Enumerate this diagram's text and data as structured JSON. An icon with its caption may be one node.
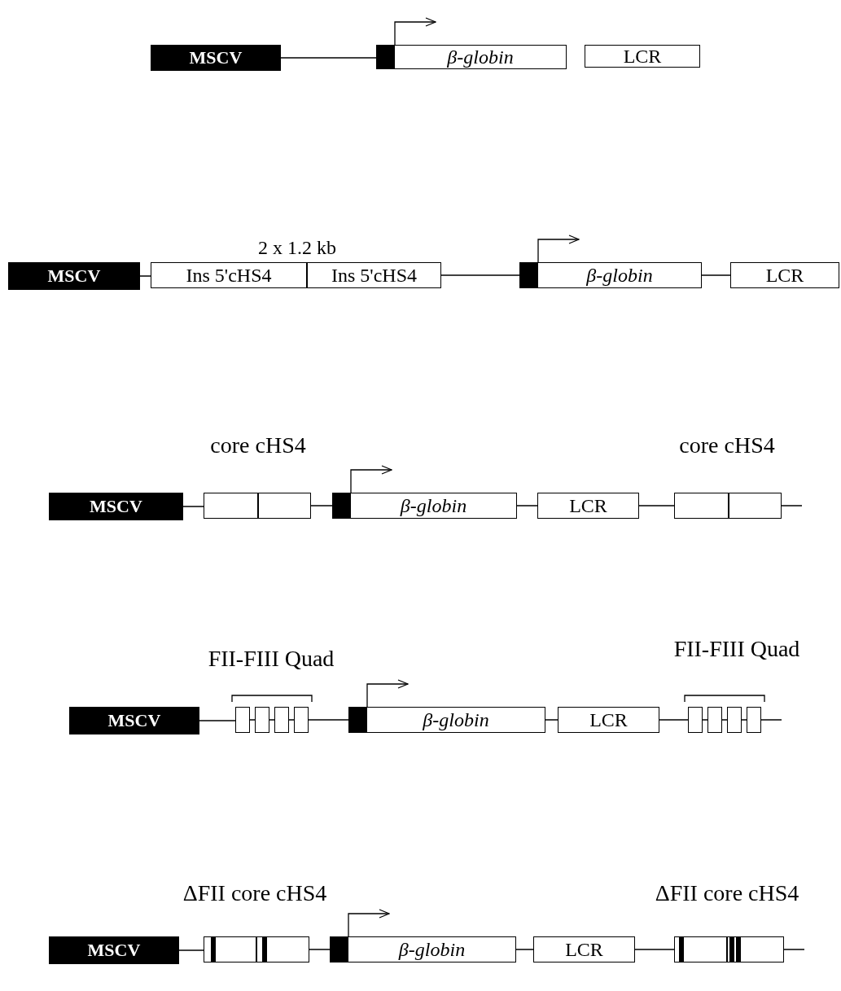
{
  "diagram": {
    "nodes": [
      {
        "text": [
          "MSCV"
        ]
      },
      {
        "text": [],
        "shape": "box"
      },
      {
        "text": [
          "β-globin"
        ]
      },
      {
        "text": [
          "LCR"
        ]
      },
      {
        "text": [
          "MSCV"
        ]
      },
      {
        "text": [
          "Ins 5'cHS4"
        ]
      },
      {
        "text": [
          "Ins 5'cHS4"
        ]
      },
      {
        "text": [],
        "shape": "box"
      },
      {
        "text": [
          "β-globin"
        ]
      },
      {
        "text": [
          "LCR"
        ]
      },
      {
        "text": [
          "MSCV"
        ]
      },
      {
        "text": [],
        "shape": "box"
      },
      {
        "text": [],
        "shape": "box"
      },
      {
        "text": [],
        "shape": "box"
      },
      {
        "text": [
          "β-globin"
        ]
      },
      {
        "text": [
          "LCR"
        ]
      },
      {
        "text": [],
        "shape": "box"
      },
      {
        "text": [],
        "shape": "box"
      },
      {
        "text": [
          "MSCV"
        ]
      },
      {
        "text": [],
        "shape": "box"
      },
      {
        "text": [],
        "shape": "box"
      },
      {
        "text": [],
        "shape": "box"
      },
      {
        "text": [],
        "shape": "box"
      },
      {
        "text": [],
        "shape": "box"
      },
      {
        "text": [
          "β-globin"
        ]
      },
      {
        "text": [
          "LCR"
        ]
      },
      {
        "text": [],
        "shape": "box"
      },
      {
        "text": [],
        "shape": "box"
      },
      {
        "text": [],
        "shape": "box"
      },
      {
        "text": [],
        "shape": "box"
      },
      {
        "text": [
          "MSCV"
        ]
      },
      {
        "text": [],
        "shape": "box"
      },
      {
        "text": [],
        "shape": "box"
      },
      {
        "text": [],
        "shape": "box"
      },
      {
        "text": [
          "β-globin"
        ]
      },
      {
        "text": [
          "LCR"
        ]
      },
      {
        "text": [],
        "shape": "box"
      },
      {
        "text": [],
        "shape": "box"
      }
    ],
    "edges": [
      {
        "from": 0,
        "to": 1,
        "arrow": "none"
      },
      {
        "from": 4,
        "to": 5,
        "arrow": "none"
      },
      {
        "from": 6,
        "to": 7,
        "arrow": "none"
      },
      {
        "from": 8,
        "to": 9,
        "arrow": "none"
      },
      {
        "from": 10,
        "to": 11,
        "arrow": "none"
      },
      {
        "from": 12,
        "to": 13,
        "arrow": "none"
      },
      {
        "from": 14,
        "to": 15,
        "arrow": "none"
      },
      {
        "from": 15,
        "to": 16,
        "arrow": "none"
      },
      {
        "from": 17,
        "to": null,
        "arrow": "none"
      },
      {
        "from": 18,
        "to": 19,
        "arrow": "none"
      },
      {
        "from": 19,
        "to": 20,
        "arrow": "none"
      },
      {
        "from": 20,
        "to": 21,
        "arrow": "none"
      },
      {
        "from": 21,
        "to": 22,
        "arrow": "none"
      },
      {
        "from": 22,
        "to": 23,
        "arrow": "none"
      },
      {
        "from": 24,
        "to": 25,
        "arrow": "none"
      },
      {
        "from": 25,
        "to": 26,
        "arrow": "none"
      },
      {
        "from": 26,
        "to": 27,
        "arrow": "none"
      },
      {
        "from": 27,
        "to": 28,
        "arrow": "none"
      },
      {
        "from": 28,
        "to": 29,
        "arrow": "none"
      },
      {
        "from": 29,
        "to": null,
        "arrow": "none"
      },
      {
        "from": 30,
        "to": 31,
        "arrow": "none"
      },
      {
        "from": 32,
        "to": 33,
        "arrow": "none"
      },
      {
        "from": 34,
        "to": 35,
        "arrow": "none"
      },
      {
        "from": 35,
        "to": 36,
        "arrow": "none"
      },
      {
        "from": 37,
        "to": null,
        "arrow": "none"
      }
    ],
    "labels": [
      "2 x 1.2 kb",
      "core cHS4",
      "core cHS4",
      "FII-FIII Quad",
      "FII-FIII Quad",
      "ΔFII core cHS4",
      "ΔFII core cHS4"
    ]
  }
}
